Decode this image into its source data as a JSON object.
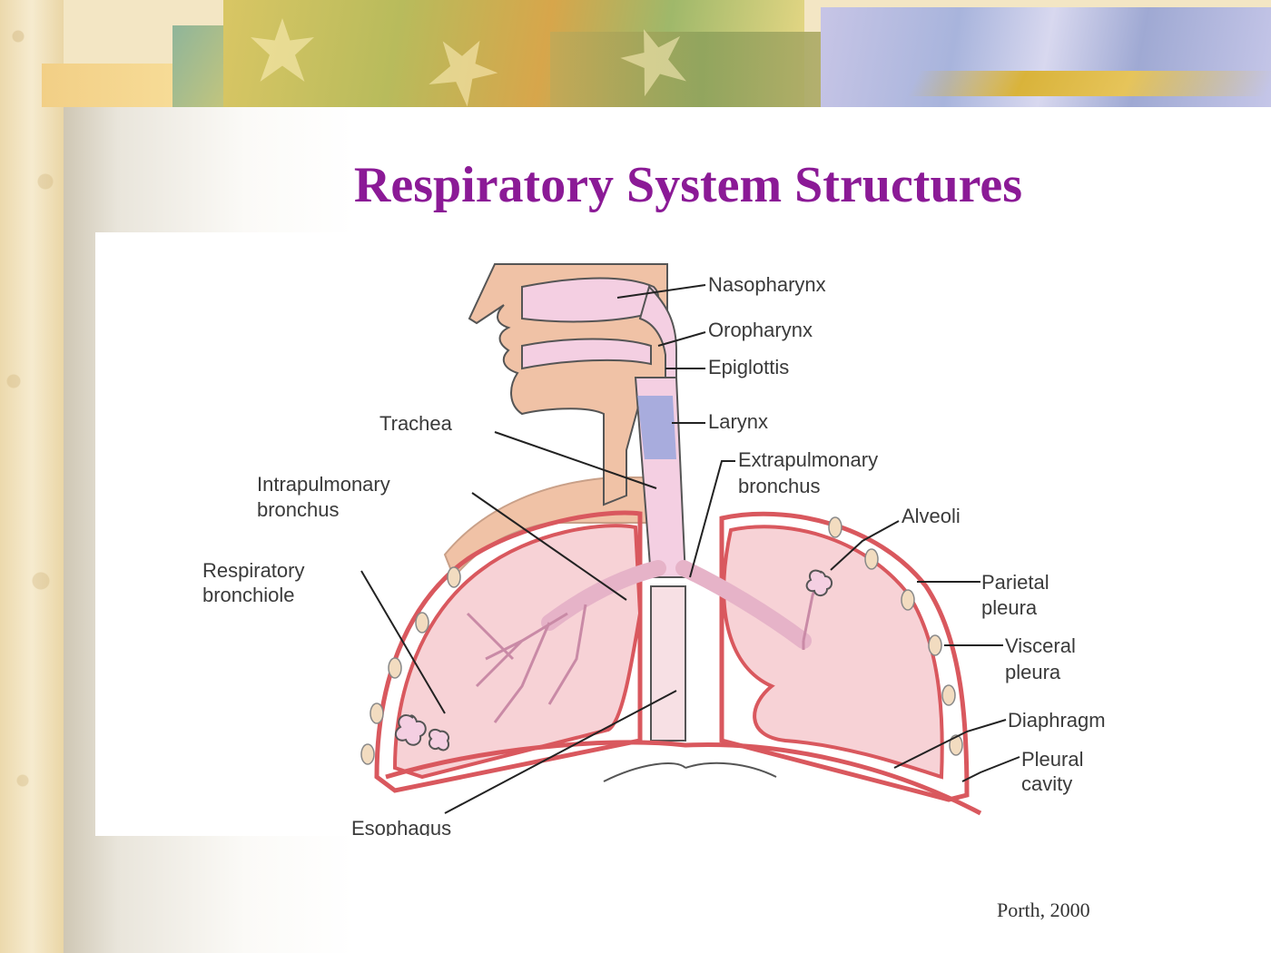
{
  "slide": {
    "title": "Respiratory System Structures",
    "citation": "Porth, 2000"
  },
  "diagram": {
    "labels": {
      "nasopharynx": "Nasopharynx",
      "oropharynx": "Oropharynx",
      "epiglottis": "Epiglottis",
      "larynx": "Larynx",
      "trachea": "Trachea",
      "extrapulmonary_1": "Extrapulmonary",
      "extrapulmonary_2": "bronchus",
      "intrapulmonary_1": "Intrapulmonary",
      "intrapulmonary_2": "bronchus",
      "alveoli": "Alveoli",
      "respiratory_1": "Respiratory",
      "respiratory_2": "bronchiole",
      "parietal_1": "Parietal",
      "parietal_2": "pleura",
      "visceral_1": "Visceral",
      "visceral_2": "pleura",
      "diaphragm": "Diaphragm",
      "pleural_1": "Pleural",
      "pleural_2": "cavity",
      "esophagus": "Esophagus"
    },
    "colors": {
      "title": "#8b1a96",
      "pleura": "#d9585e",
      "lung_fill": "#f7d2d6",
      "skin": "#f0c2a6",
      "airway": "#f4cfe2",
      "larynx": "#9aa6dc"
    }
  }
}
